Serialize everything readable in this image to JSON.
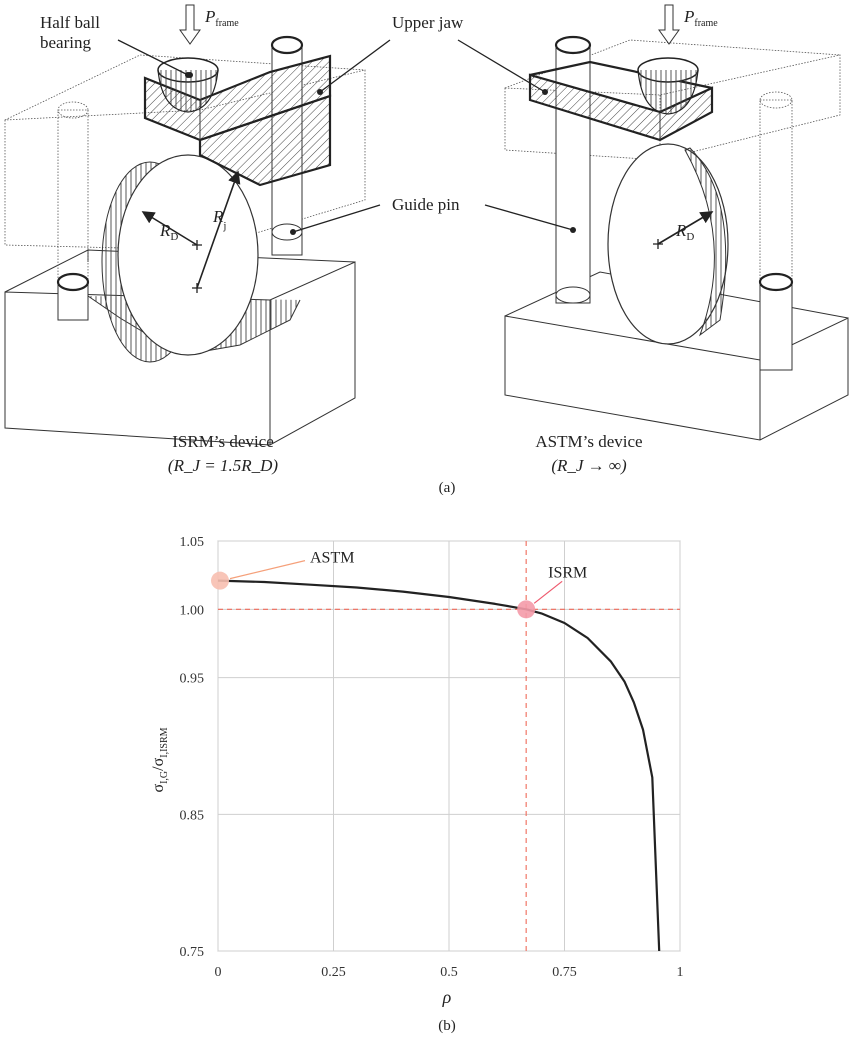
{
  "figure_a": {
    "left_title": "ISRM’s device",
    "left_cond": "(R_J = 1.5R_D)",
    "right_title": "ASTM’s device",
    "right_cond": "(R_J → ∞)",
    "caption": "(a)",
    "callouts": {
      "half_ball_bearing_1": "Half ball",
      "half_ball_bearing_2": "bearing",
      "upper_jaw": "Upper jaw",
      "guide_pin": "Guide pin"
    },
    "load": "P",
    "load_sub": "frame",
    "radius_disc": "R",
    "radius_disc_sub": "D",
    "radius_jaw": "R",
    "radius_jaw_sub": "j"
  },
  "figure_b": {
    "caption": "(b)",
    "ylabel_main": "σ",
    "ylabel_sub1": "I,G",
    "ylabel_mid": "/σ",
    "ylabel_sub2": "I,ISRM",
    "xlabel": "ρ",
    "annot_astm": "ASTM",
    "annot_isrm": "ISRM",
    "colors": {
      "curve": "#222222",
      "ref": "#f06a5a",
      "astm": "#f5a07a",
      "isrm": "#ee5a6e",
      "astm_marker": "#f7bfb0",
      "isrm_marker": "#f49aa8"
    }
  },
  "chart_data": {
    "type": "line",
    "xlabel": "ρ",
    "ylabel": "σI,G/σI,ISRM",
    "xlim": [
      0,
      1
    ],
    "ylim": [
      0.75,
      1.05
    ],
    "xticks": [
      "0",
      "0.25",
      "0.5",
      "0.75",
      "1"
    ],
    "yticks": [
      "0.75",
      "0.85",
      "0.95",
      "1.00",
      "1.05"
    ],
    "grid": true,
    "series": [
      {
        "x": [
          0,
          0.1,
          0.2,
          0.3,
          0.4,
          0.5,
          0.6,
          0.667,
          0.7,
          0.75,
          0.8,
          0.85,
          0.88,
          0.9,
          0.92,
          0.94,
          0.955
        ],
        "y": [
          1.021,
          1.02,
          1.018,
          1.016,
          1.013,
          1.009,
          1.004,
          1.0,
          0.997,
          0.99,
          0.979,
          0.962,
          0.947,
          0.932,
          0.912,
          0.877,
          0.75
        ]
      }
    ],
    "points": [
      {
        "label": "ASTM",
        "x": 0,
        "y": 1.021
      },
      {
        "label": "ISRM",
        "x": 0.667,
        "y": 1.0
      }
    ],
    "reference_lines": {
      "y": 1.0,
      "x": 0.667
    }
  }
}
